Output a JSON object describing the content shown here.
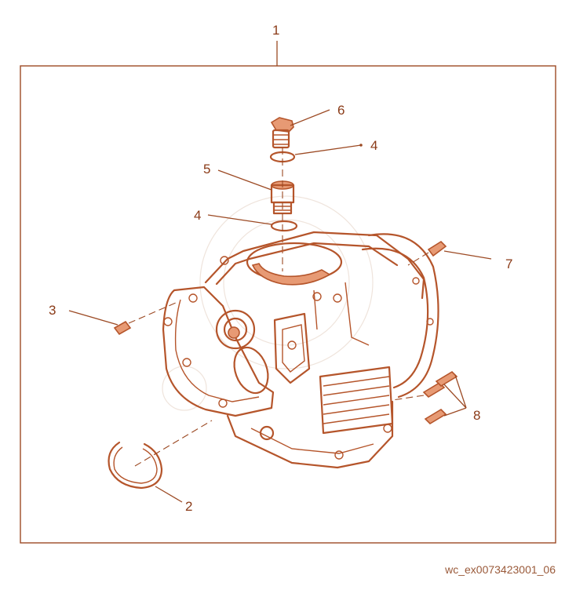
{
  "callouts": [
    {
      "id": "1",
      "text": "1"
    },
    {
      "id": "2",
      "text": "2"
    },
    {
      "id": "3",
      "text": "3"
    },
    {
      "id": "4a",
      "text": "4"
    },
    {
      "id": "4b",
      "text": "4"
    },
    {
      "id": "5",
      "text": "5"
    },
    {
      "id": "6",
      "text": "6"
    },
    {
      "id": "7",
      "text": "7"
    },
    {
      "id": "8",
      "text": "8"
    }
  ],
  "reference": "wc_ex0073423001_06",
  "colors": {
    "line": "#b5552b",
    "text": "#8a3a17",
    "background": "#ffffff"
  }
}
